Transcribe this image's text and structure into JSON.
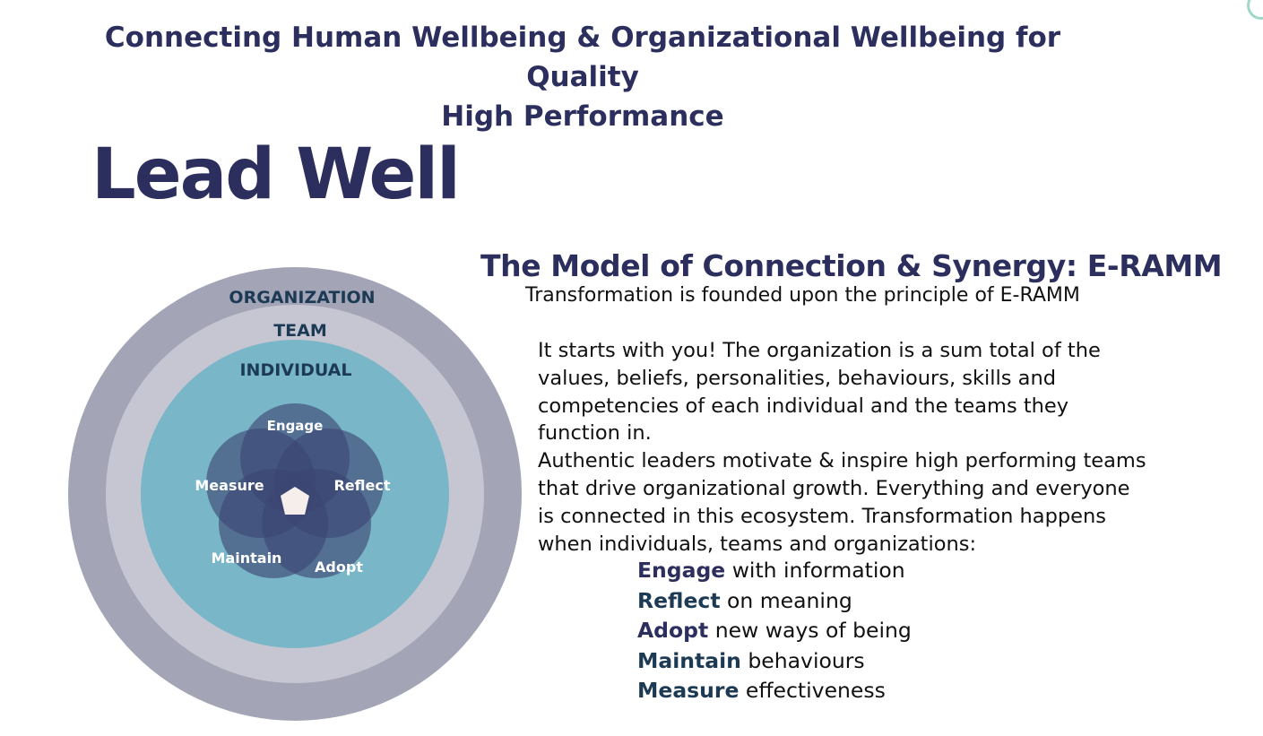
{
  "header": {
    "tagline_line1": "Connecting Human Wellbeing & Organizational Wellbeing for Quality",
    "tagline_line2": "High Performance",
    "title": "Lead Well"
  },
  "diagram": {
    "rings": {
      "organization": "ORGANIZATION",
      "team": "TEAM",
      "individual": "INDIVIDUAL"
    },
    "petals": [
      "Engage",
      "Reflect",
      "Adopt",
      "Maintain",
      "Measure"
    ],
    "colors": {
      "outer_ring": "#a3a4b6",
      "middle_ring": "#c6c6d3",
      "inner_circle": "#79b6c8",
      "petal": "#3b4573",
      "center": "#f5eeea",
      "ring_label": "#1d3a55"
    }
  },
  "model": {
    "title": "The Model of Connection & Synergy: E-RAMM",
    "subtitle": "Transformation is founded upon the principle of E-RAMM",
    "paragraph1": "It starts with you!  The organization is a sum total of the values, beliefs, personalities, behaviours, skills and competencies of each individual and the teams they function in.",
    "paragraph2": "Authentic leaders motivate & inspire high performing teams that drive organizational growth. Everything and everyone is connected in this ecosystem. Transformation happens when individuals, teams and organizations:",
    "steps": [
      {
        "keyword": "Engage",
        "rest": " with information",
        "color": "#2c2f5e"
      },
      {
        "keyword": "Reflect",
        "rest": " on meaning",
        "color": "#1d3a55"
      },
      {
        "keyword": "Adopt",
        "rest": " new ways of being",
        "color": "#2c2f5e"
      },
      {
        "keyword": "Maintain",
        "rest": " behaviours",
        "color": "#1d3a55"
      },
      {
        "keyword": "Measure",
        "rest": " effectiveness",
        "color": "#1d3a55"
      }
    ]
  }
}
